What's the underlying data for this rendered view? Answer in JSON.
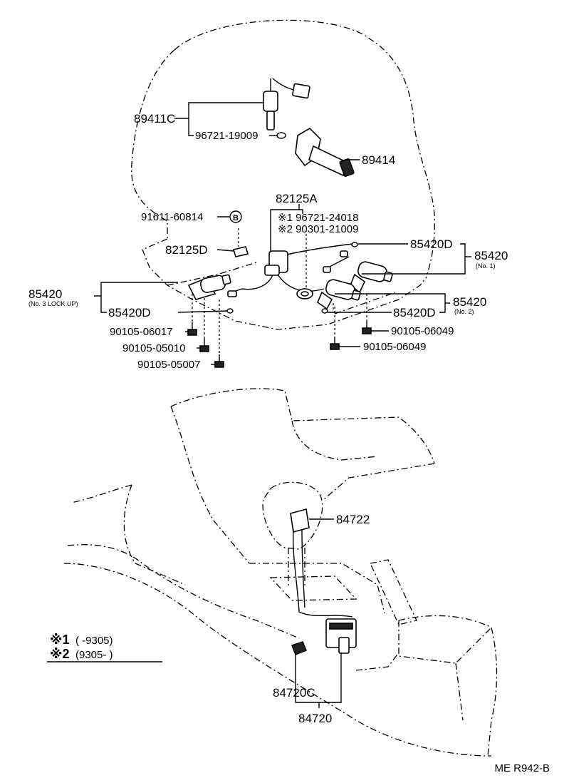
{
  "labels": {
    "p89411c": "89411C",
    "p96721_19009": "96721-19009",
    "p89414": "89414",
    "p82125a": "82125A",
    "p91611": "91611-60814",
    "b_marker": "B",
    "p82125d": "82125D",
    "alt1": "※1 96721-24018",
    "alt2": "※2 90301-21009",
    "p85420d_top": "85420D",
    "p85420_no1": "85420",
    "note_no1": "(No. 1)",
    "p85420_left": "85420",
    "note_no3": "(No. 3 LOCK UP)",
    "p85420d_left": "85420D",
    "p85420d_right": "85420D",
    "p85420_no2": "85420",
    "note_no2": "(No. 2)",
    "p90105_06017": "90105-06017",
    "p90105_05010": "90105-05010",
    "p90105_05007": "90105-05007",
    "p90105_06049a": "90105-06049",
    "p90105_06049b": "90105-06049",
    "p84722": "84722",
    "p84720c": "84720C",
    "p84720": "84720"
  },
  "legend": {
    "row1_mark": "※1",
    "row1_text": "(      -9305)",
    "row2_mark": "※2",
    "row2_text": "(9305-        )"
  },
  "footer": {
    "code": "ME  R942-B"
  }
}
